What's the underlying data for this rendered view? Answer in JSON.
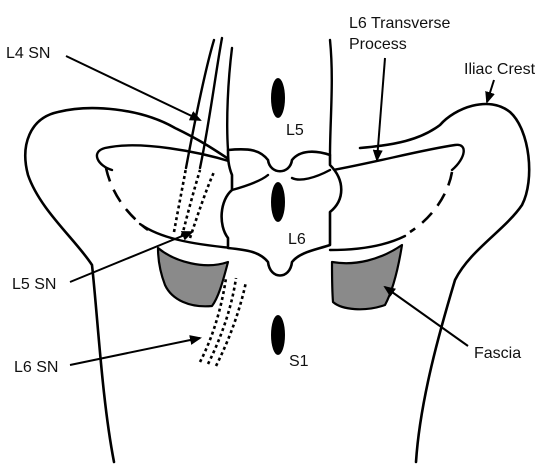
{
  "labels": {
    "l4_sn": "L4 SN",
    "l6_transverse_line1": "L6 Transverse",
    "l6_transverse_line2": "Process",
    "iliac_crest": "Iliac Crest",
    "l5": "L5",
    "l6": "L6",
    "s1": "S1",
    "l5_sn": "L5 SN",
    "l6_sn": "L6 SN",
    "fascia": "Fascia"
  },
  "colors": {
    "fascia_fill": "#8a8a8a",
    "stroke": "#000000"
  }
}
